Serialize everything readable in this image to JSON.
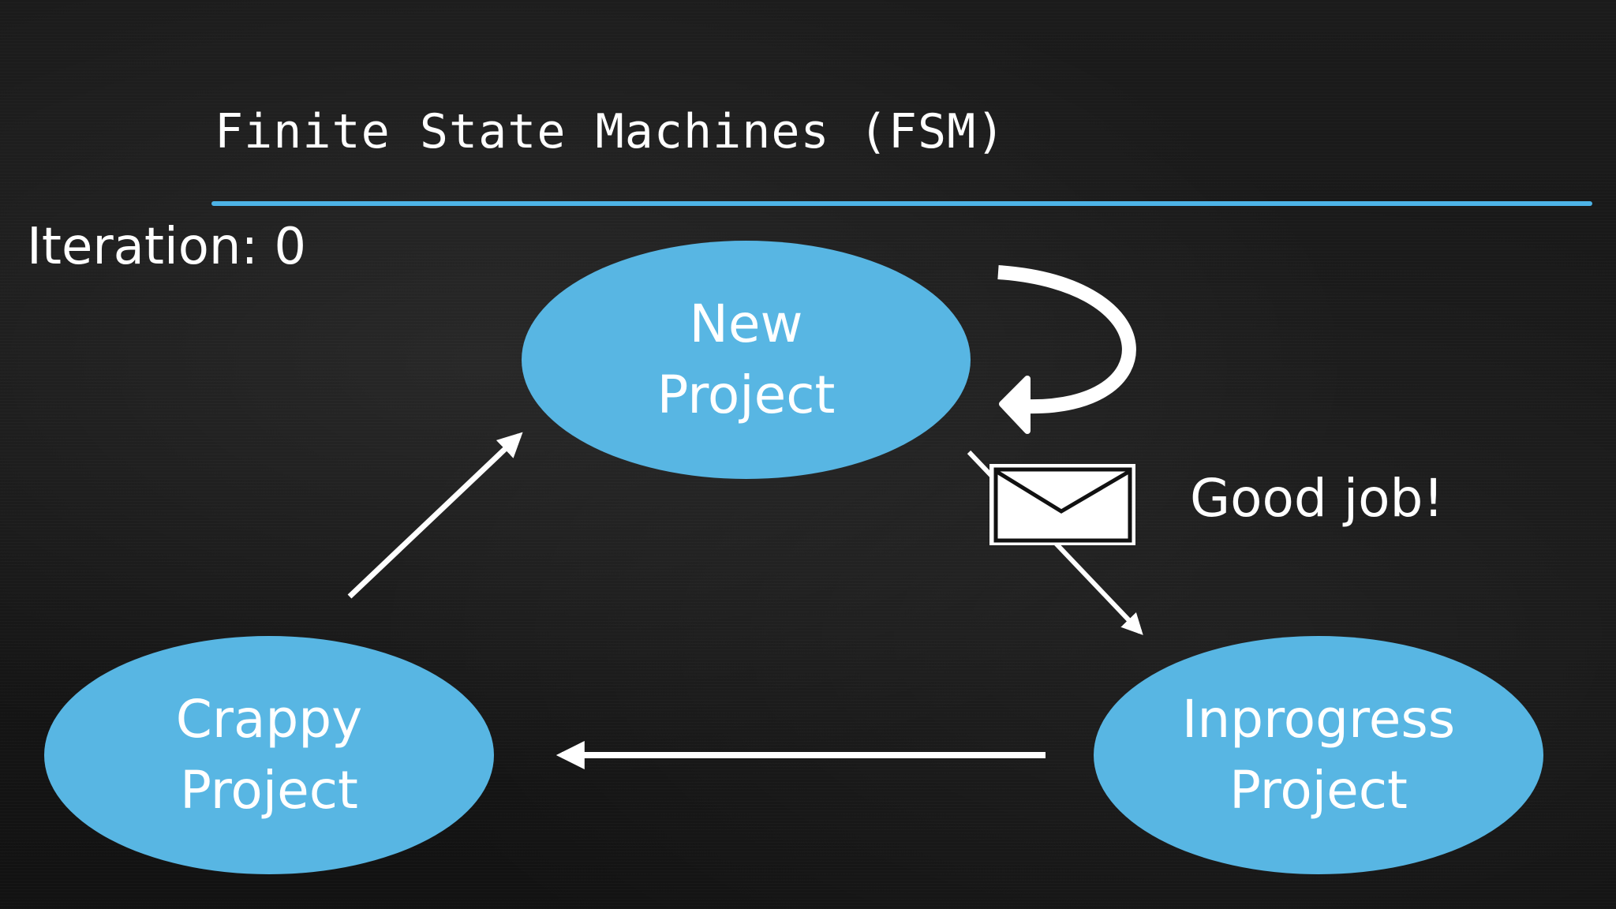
{
  "slide": {
    "title": "Finite State Machines (FSM)",
    "iteration_label": "Iteration: 0"
  },
  "states": {
    "new": {
      "line1": "New",
      "line2": "Project"
    },
    "inprogress": {
      "line1": "Inprogress",
      "line2": "Project"
    },
    "crappy": {
      "line1": "Crappy",
      "line2": "Project"
    }
  },
  "message": {
    "text": "Good job!",
    "icon": "envelope-icon"
  },
  "colors": {
    "state_fill": "#58b6e3",
    "rule": "#4db3e6",
    "background": "#161616",
    "text": "#ffffff"
  }
}
